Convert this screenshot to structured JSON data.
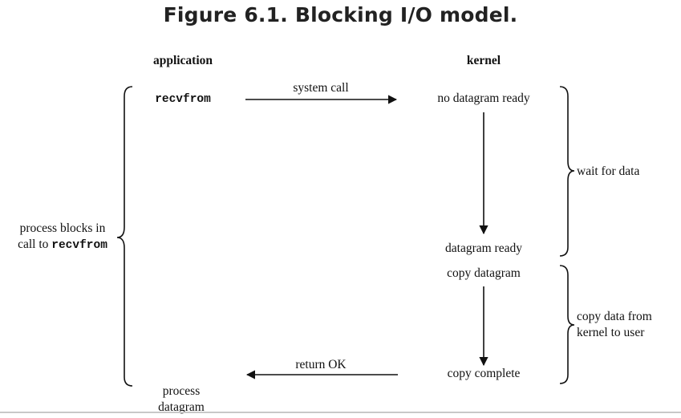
{
  "figure": {
    "title": "Figure 6.1. Blocking I/O model."
  },
  "columns": {
    "application": "application",
    "kernel": "kernel"
  },
  "application": {
    "call": "recvfrom",
    "blocks_line1": "process blocks in",
    "blocks_line2_prefix": "call to ",
    "blocks_line2_code": "recvfrom",
    "process_line1": "process",
    "process_line2": "datagram"
  },
  "arrows": {
    "system_call": "system call",
    "return_ok": "return OK"
  },
  "kernel": {
    "no_datagram": "no datagram ready",
    "datagram_ready": "datagram ready",
    "copy_datagram": "copy datagram",
    "copy_complete": "copy complete"
  },
  "phases": {
    "wait": "wait for data",
    "copy_line1": "copy data from",
    "copy_line2": "kernel to user"
  },
  "colors": {
    "line": "#111111",
    "text": "#111111",
    "title": "#222222"
  }
}
